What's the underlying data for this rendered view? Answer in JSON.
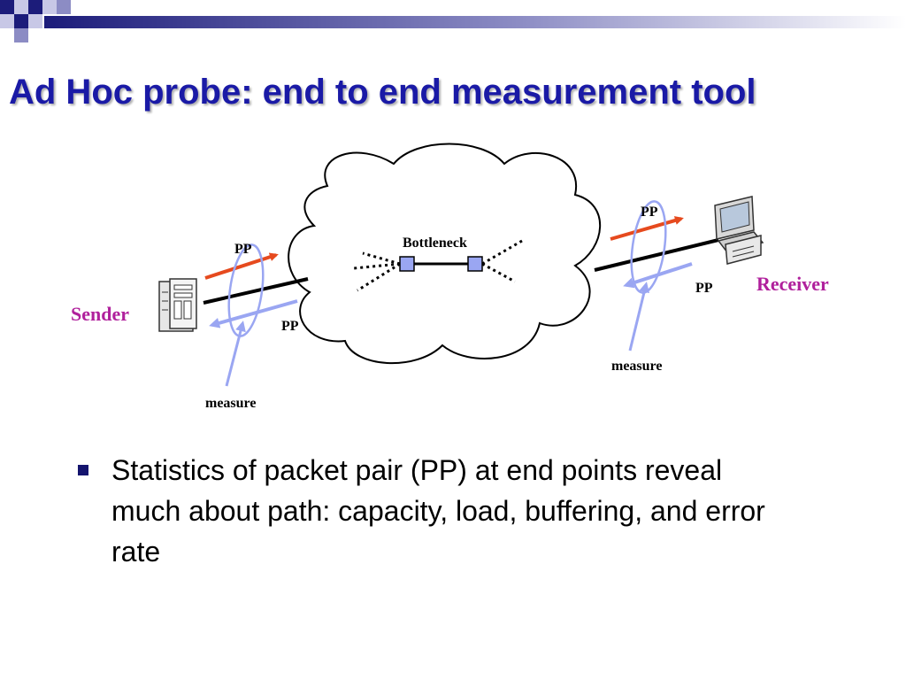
{
  "slide": {
    "title": "Ad Hoc probe: end to end measurement tool"
  },
  "diagram": {
    "bottleneck": "Bottleneck",
    "sender": "Sender",
    "receiver": "Receiver",
    "pp_sender_out": "PP",
    "pp_sender_in": "PP",
    "pp_receiver_in": "PP",
    "pp_receiver_out": "PP",
    "measure_sender": "measure",
    "measure_receiver": "measure"
  },
  "bullets": [
    "Statistics of packet pair (PP) at end points reveal much about path: capacity, load, buffering, and error rate"
  ],
  "colors": {
    "title": "#1a1aa6",
    "endpoint_label": "#b0209c",
    "outbound_arrow": "#e64a1e",
    "inbound_arrow": "#9aa6f2",
    "bullet": "#14146e"
  }
}
